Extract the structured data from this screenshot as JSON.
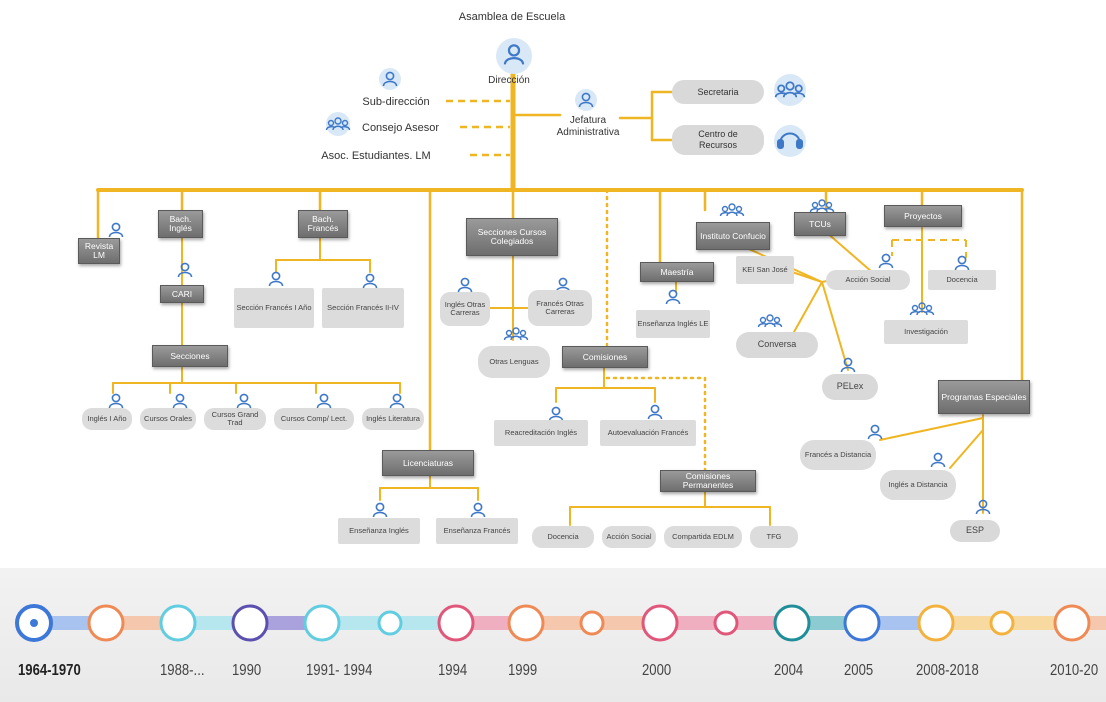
{
  "org": {
    "top": "Asamblea de Escuela",
    "direccion": "Dirección",
    "subdireccion": "Sub-dirección",
    "consejo": "Consejo Asesor",
    "asoc": "Asoc. Estudiantes. LM",
    "jefatura_1": "Jefatura",
    "jefatura_2": "Administrativa",
    "secretaria": "Secretaria",
    "centro_1": "Centro de",
    "centro_2": "Recursos",
    "revista": "Revista LM",
    "bach_ingles": "Bach. Inglés",
    "cari": "CARI",
    "secciones": "Secciones",
    "sec_items": [
      "Inglés I Año",
      "Cursos Orales",
      "Cursos Grand Trad",
      "Cursos Comp/ Lect.",
      "Inglés Literatura"
    ],
    "bach_frances": "Bach. Francés",
    "seccion_frances_1": "Sección Francés I Año",
    "seccion_frances_2": "Sección Francés II-IV",
    "licenciaturas": "Licenciaturas",
    "ens_ingles": "Enseñanza Inglés",
    "ens_frances": "Enseñanza Francés",
    "secciones_cursos": "Secciones Cursos Colegiados",
    "ingles_otras": "Inglés Otras Carreras",
    "frances_otras": "Francés Otras Carreras",
    "otras_lenguas": "Otras Lenguas",
    "comisiones": "Comisiones",
    "reacreditacion": "Reacreditación Inglés",
    "autoevaluacion": "Autoevaluación Francés",
    "comisiones_perm": "Comisiones Permanentes",
    "perm_items": [
      "Docencia",
      "Acción Social",
      "Compartida EDLM",
      "TFG"
    ],
    "maestria": "Maestría",
    "ens_ingles_le": "Enseñanza Inglés LE",
    "confucio": "Instituto Confucio",
    "kei": "KEI San José",
    "conversa": "Conversa",
    "pelex": "PELex",
    "tcus": "TCUs",
    "proyectos": "Proyectos",
    "accion_social": "Acción Social",
    "docencia": "Docencia",
    "investigacion": "Investigación",
    "programas": "Programas Especiales",
    "frances_distancia": "Francés a Distancia",
    "ingles_distancia": "Inglés a Distancia",
    "esp": "ESP"
  },
  "timeline": {
    "years": [
      "1964-1970",
      "1988-...",
      "1990",
      "1991- 1994",
      "1994",
      "1999",
      "2000",
      "2004",
      "2005",
      "2008-2018",
      "2010-20"
    ]
  },
  "colors": {
    "accent": "#f0b522",
    "icon": "#3e78c8",
    "icon_bg": "#d9e8f7",
    "tl_blue": "#3d78d8",
    "tl_orange": "#ef8a55",
    "tl_cyan": "#62cde0",
    "tl_purple": "#5b4fb0",
    "tl_pink": "#e0577a",
    "tl_teal": "#1f8e99",
    "tl_amber": "#f3b23e"
  }
}
